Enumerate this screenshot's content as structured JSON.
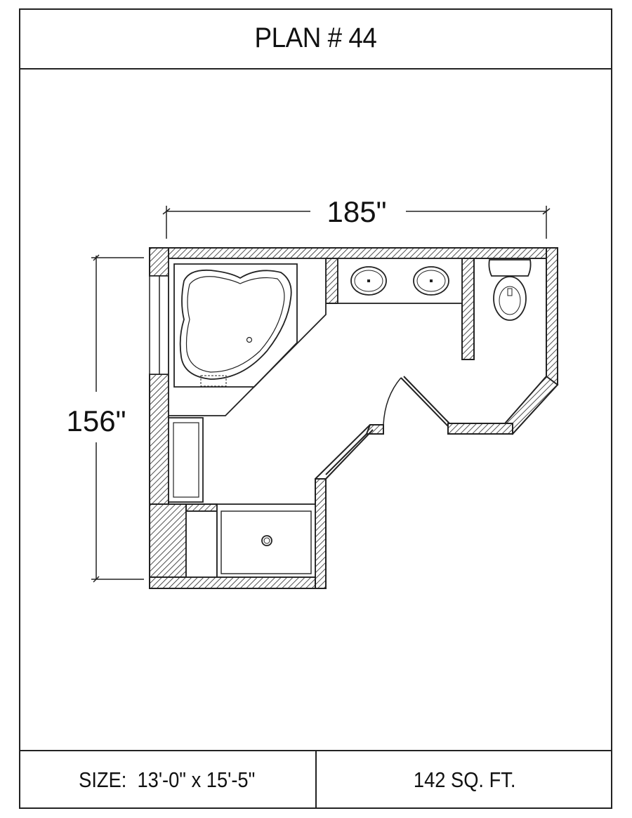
{
  "title": "PLAN # 44",
  "dimensions": {
    "width_label": "185\"",
    "height_label": "156\""
  },
  "footer": {
    "size": "SIZE:  13'-0\" x 15'-5\"",
    "area": "142 SQ. FT."
  }
}
